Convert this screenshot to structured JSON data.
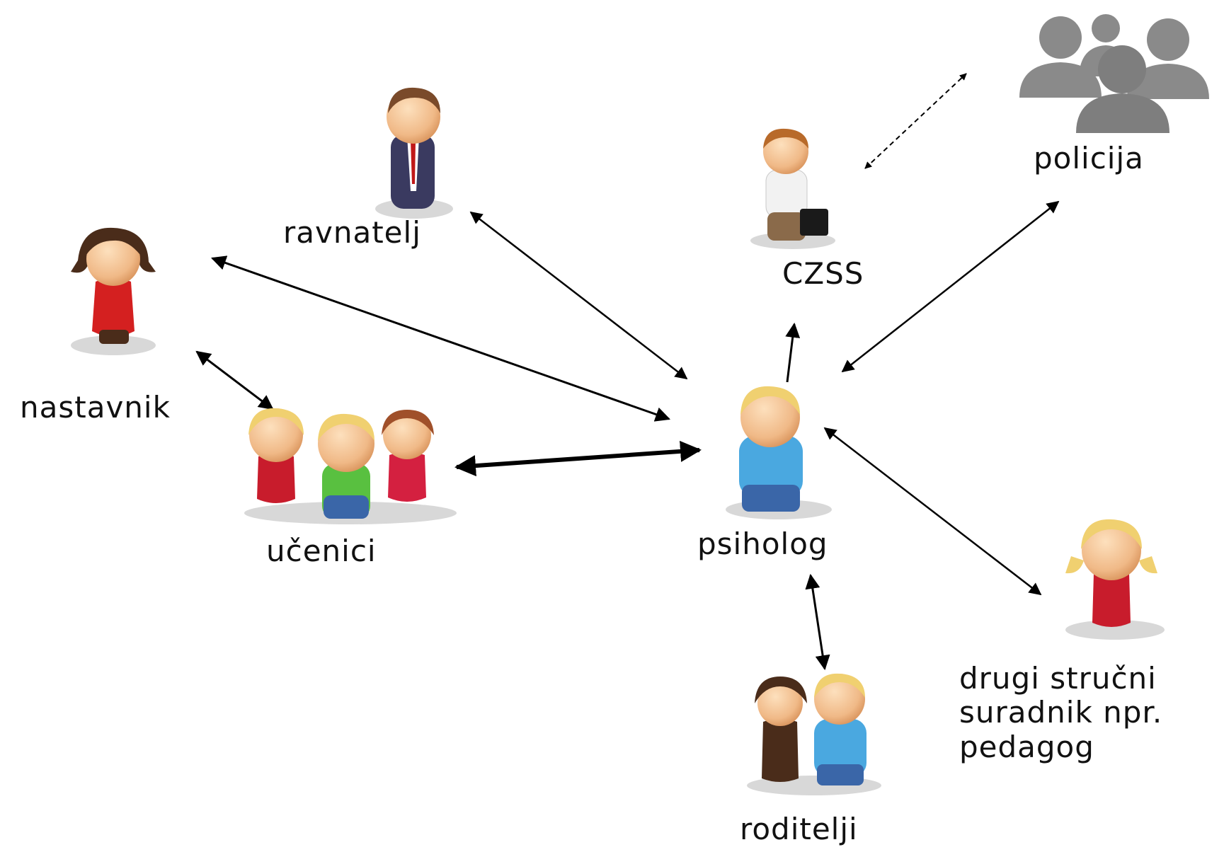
{
  "nodes": {
    "ravnatelj": "ravnatelj",
    "nastavnik": "nastavnik",
    "ucenici": "učenici",
    "czss": "CZSS",
    "policija": "policija",
    "psiholog": "psiholog",
    "roditelji": "roditelji",
    "drugi": {
      "line1": "drugi stručni",
      "line2": "suradnik npr.",
      "line3": "pedagog"
    }
  },
  "colors": {
    "skin": "#f3c89a",
    "skin_shade": "#d89a63",
    "blonde": "#f0d070",
    "brown_hair": "#7a4a2a",
    "dark_hair": "#4a2c1a",
    "red": "#d42020",
    "blue_shirt": "#4aa8e0",
    "jeans": "#3a66a8",
    "suit": "#3a3a60",
    "green": "#59c040",
    "gray_group": "#8a8a8a",
    "arrow": "#000000"
  }
}
